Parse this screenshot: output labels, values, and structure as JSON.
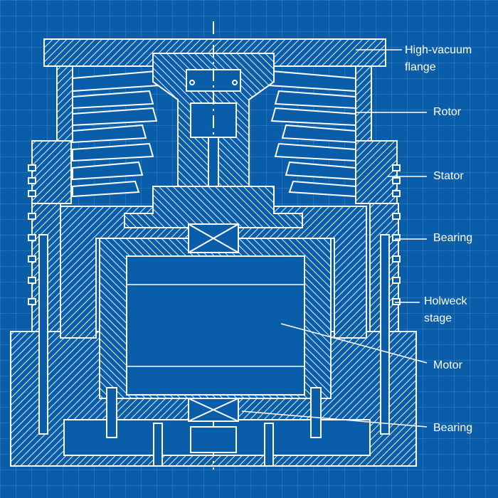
{
  "labels": {
    "high_vacuum_flange": "High-vacuum\nflange",
    "rotor": "Rotor",
    "stator": "Stator",
    "bearing_top": "Bearing",
    "holweck_stage": "Holweck\nstage",
    "motor": "Motor",
    "bearing_bottom": "Bearing"
  },
  "colors": {
    "background": "#0a5da8",
    "grid": "#2f7fc4",
    "line": "#ffffff"
  }
}
